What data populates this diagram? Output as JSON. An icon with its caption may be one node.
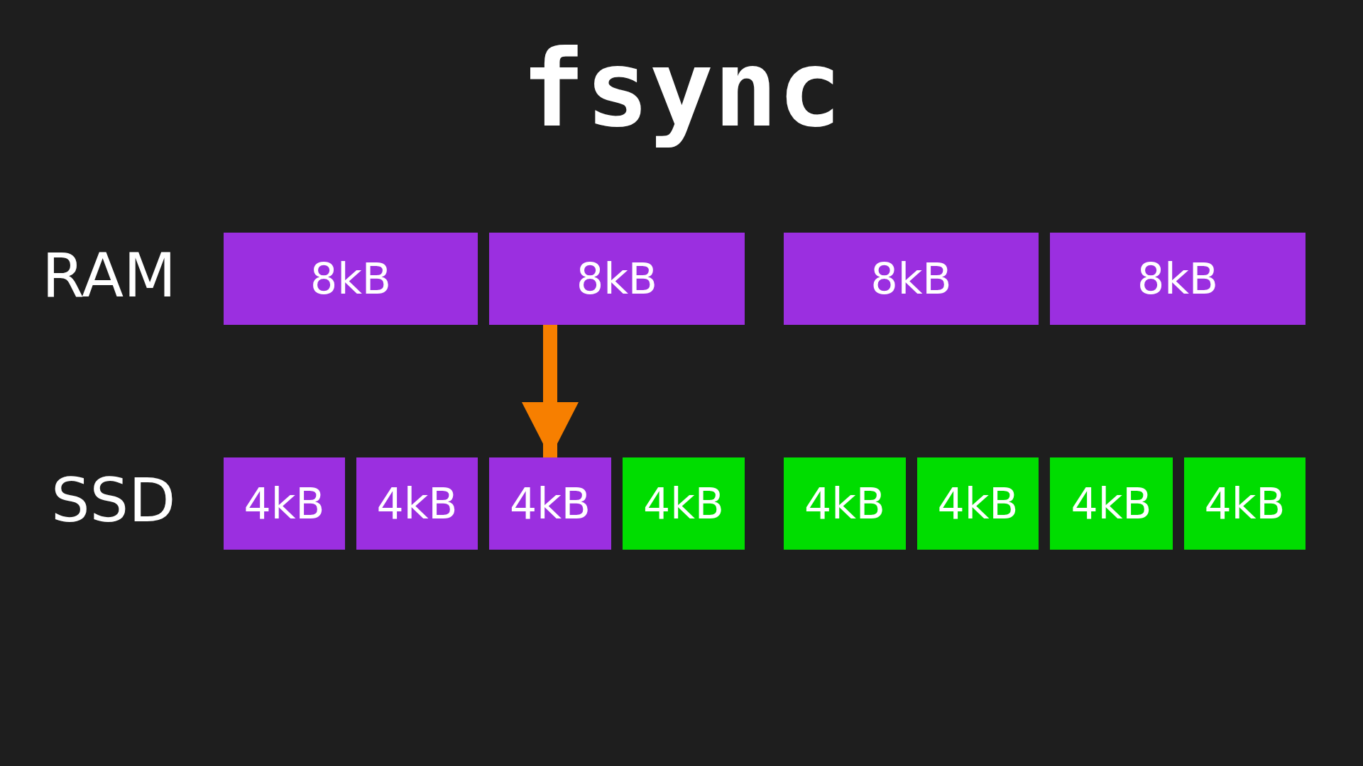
{
  "diagram": {
    "title": "fsync",
    "nodes": [
      {
        "text": [
          "8kB"
        ]
      },
      {
        "text": [
          "8kB"
        ]
      },
      {
        "text": [
          "8kB"
        ]
      },
      {
        "text": [
          "8kB"
        ]
      },
      {
        "text": [
          "4kB"
        ]
      },
      {
        "text": [
          "4kB"
        ]
      },
      {
        "text": [
          "4kB"
        ]
      },
      {
        "text": [
          "4kB"
        ]
      },
      {
        "text": [
          "4kB"
        ]
      },
      {
        "text": [
          "4kB"
        ]
      },
      {
        "text": [
          "4kB"
        ]
      },
      {
        "text": [
          "4kB"
        ]
      }
    ],
    "edges": [
      {
        "from": 1,
        "to": 6,
        "arrow": "to",
        "color": "#f77f00"
      }
    ],
    "labels": [
      "RAM",
      "SSD"
    ]
  }
}
